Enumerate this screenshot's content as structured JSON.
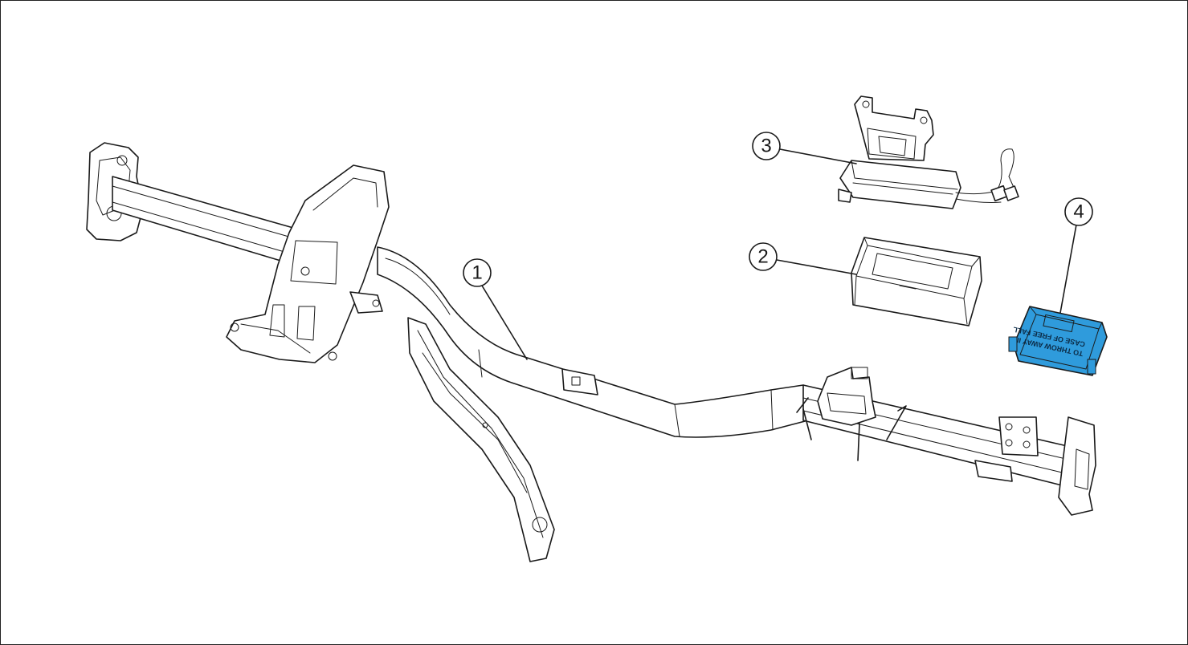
{
  "diagram": {
    "callouts": [
      {
        "id": "1",
        "label": "1"
      },
      {
        "id": "2",
        "label": "2"
      },
      {
        "id": "3",
        "label": "3"
      },
      {
        "id": "4",
        "label": "4"
      }
    ],
    "module_label_line1": "TO THROW AWAY IN",
    "module_label_line2": "CASE OF FREE FALL",
    "colors": {
      "line": "#1a1a1a",
      "highlight_module": "#2f9bdc",
      "background": "#ffffff"
    }
  }
}
